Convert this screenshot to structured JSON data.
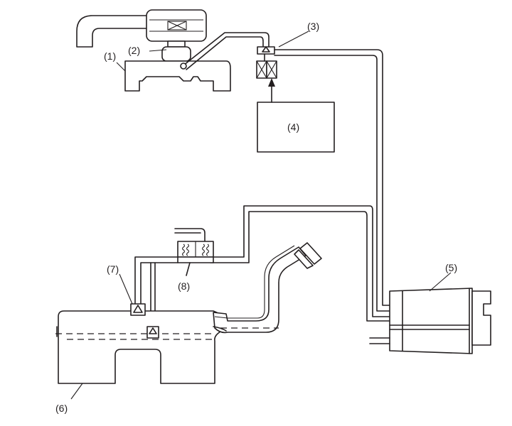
{
  "labels": {
    "l1": "(1)",
    "l2": "(2)",
    "l3": "(3)",
    "l4": "(4)",
    "l5": "(5)",
    "l6": "(6)",
    "l7": "(7)",
    "l8": "(8)"
  },
  "colors": {
    "ink": "#231f20",
    "background": "#ffffff"
  }
}
